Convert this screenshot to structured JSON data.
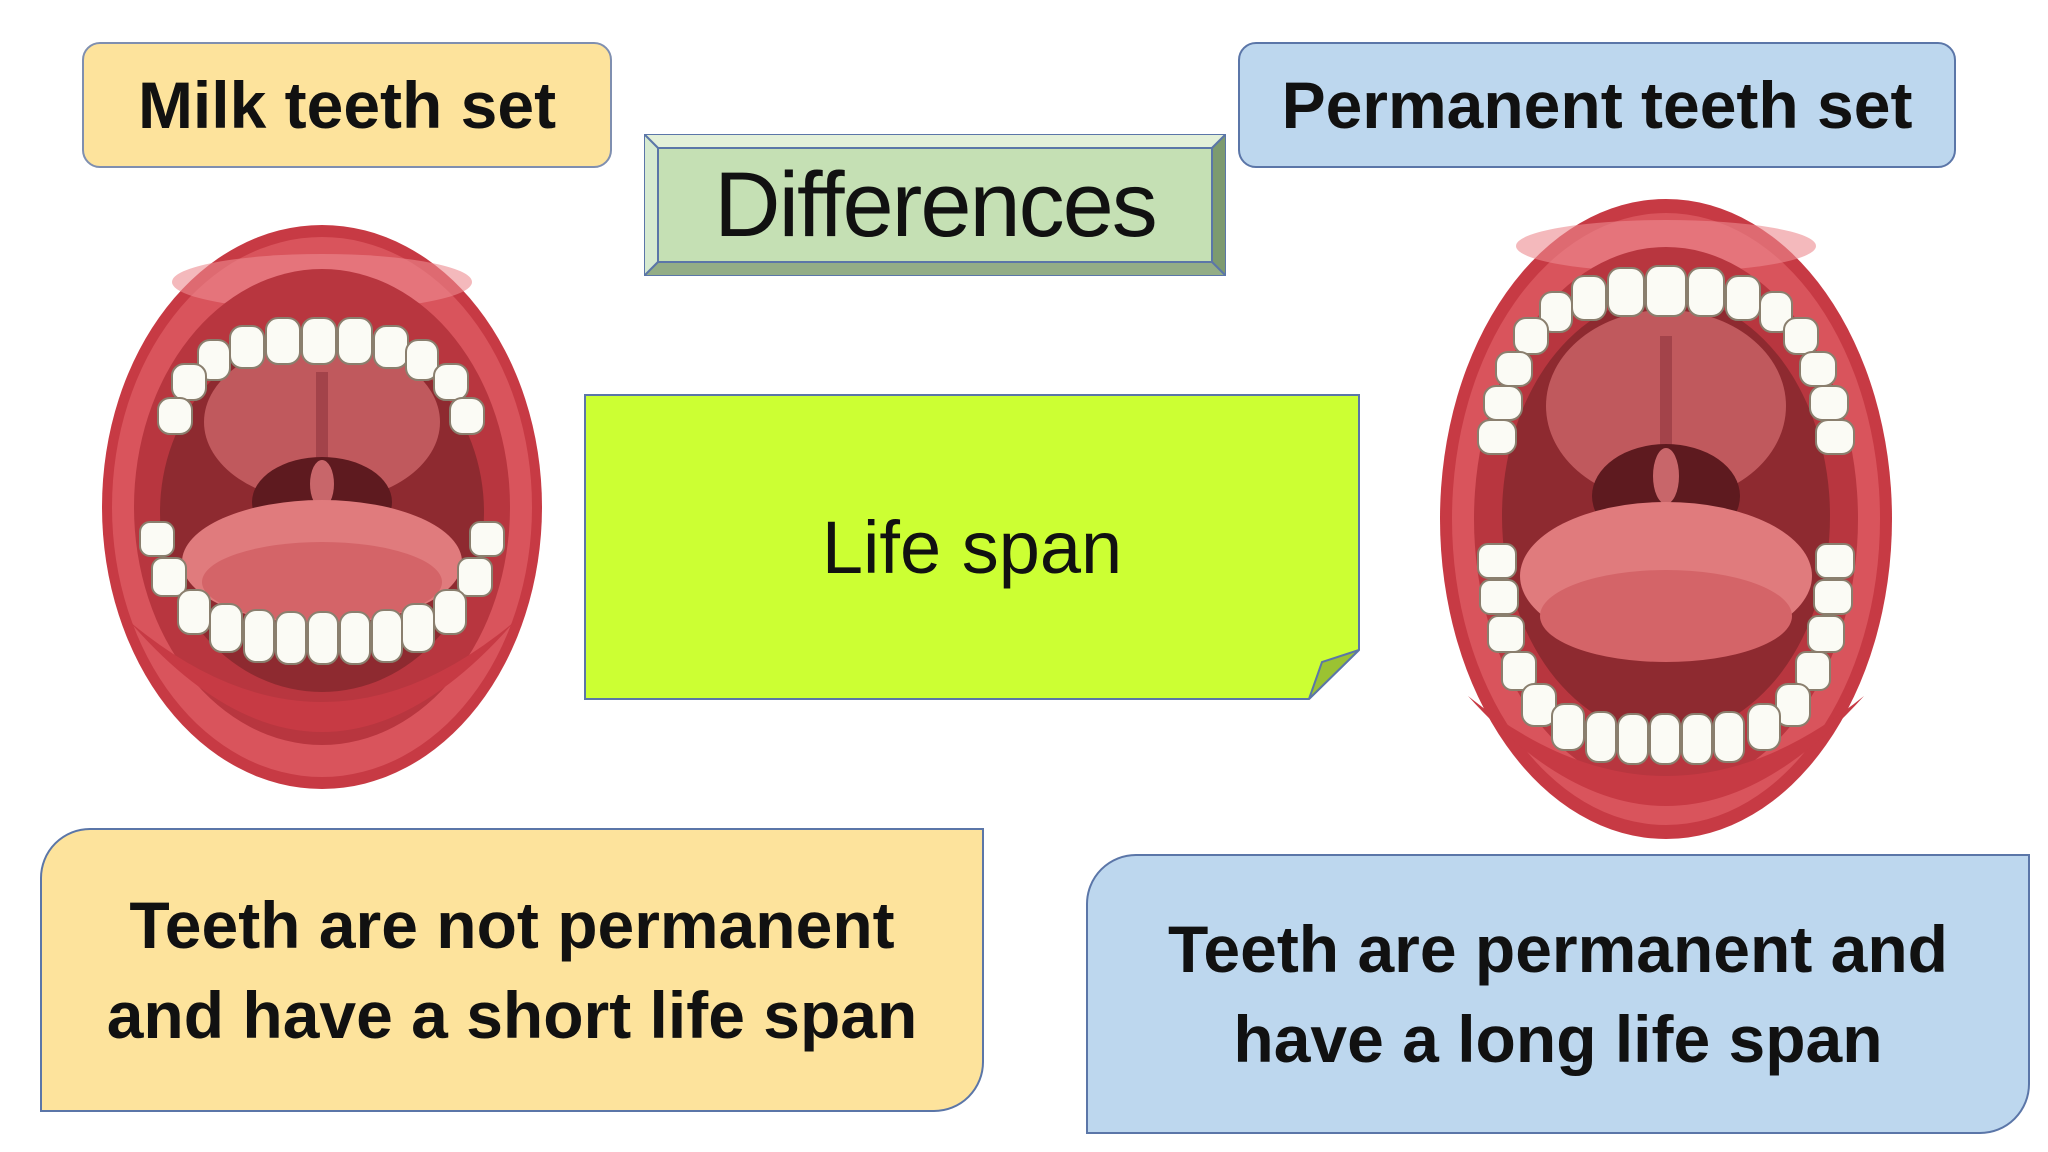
{
  "slide": {
    "title": "Differences",
    "topic": "Life span"
  },
  "milk": {
    "label": "Milk teeth set",
    "description": "Teeth are not permanent and have a short life span",
    "color": "#fde39c"
  },
  "permanent": {
    "label": "Permanent teeth set",
    "description": "Teeth are permanent and have a long life span",
    "color": "#bdd7ee"
  },
  "note_color": "#ccff33",
  "title_color": "#c5e0b4"
}
